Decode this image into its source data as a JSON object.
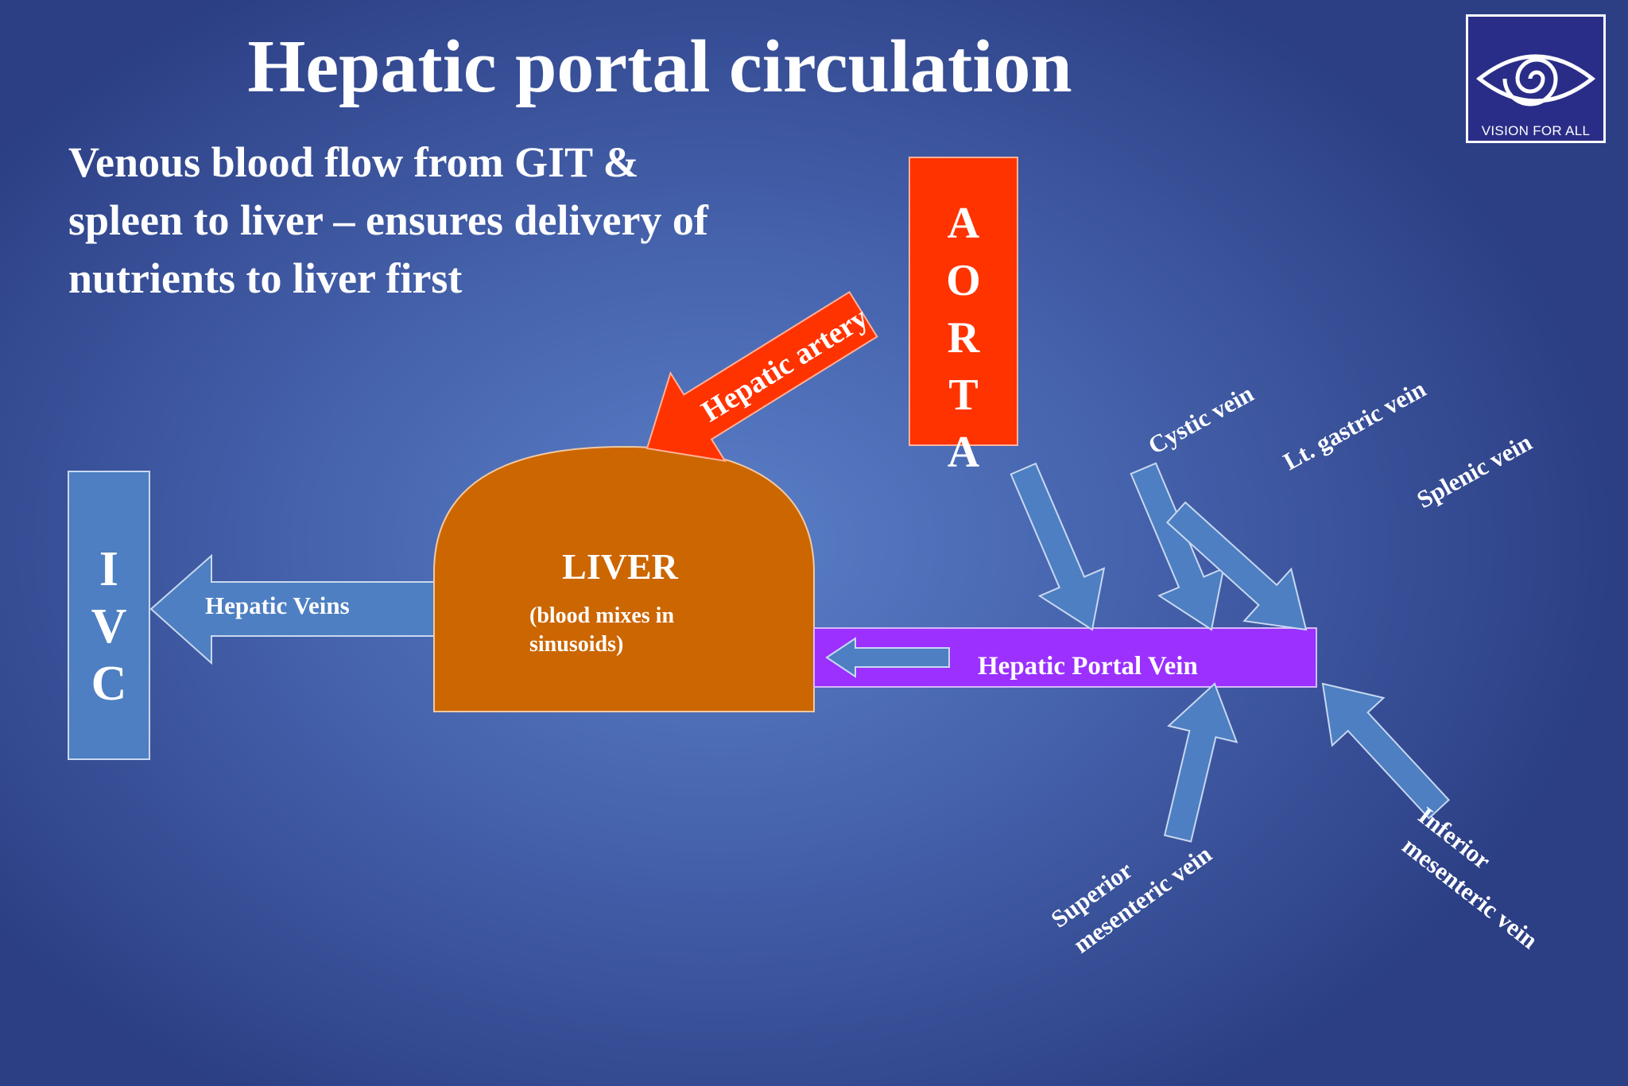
{
  "title": "Hepatic portal circulation",
  "subtitle": "Venous blood flow from GIT & spleen to liver – ensures delivery of nutrients to liver first",
  "logo": {
    "text": "VISION FOR ALL",
    "icon": "spiral-eye-icon"
  },
  "diagram": {
    "ivc": {
      "letters": "I\nV\nC",
      "color": "#4d7fc2"
    },
    "aorta": {
      "letters": "A\nO\nR\nT\nA",
      "color": "#ff3300"
    },
    "liver": {
      "label": "LIVER",
      "note_line1": "(blood mixes in",
      "note_line2": "sinusoids)",
      "color": "#cc6600"
    },
    "hepatic_veins": {
      "label": "Hepatic Veins",
      "color": "#4d7fc2"
    },
    "hepatic_artery": {
      "label": "Hepatic artery",
      "color": "#ff3300"
    },
    "portal_vein": {
      "label": "Hepatic Portal Vein",
      "color": "#9b30ff"
    },
    "tributaries": {
      "cystic": "Cystic vein",
      "left_gastric": "Lt. gastric vein",
      "splenic": "Splenic vein",
      "superior_mesenteric_line1": "Superior",
      "superior_mesenteric_line2": "mesenteric vein",
      "inferior_mesenteric_line1": "Inferior",
      "inferior_mesenteric_line2": "mesenteric vein"
    }
  }
}
